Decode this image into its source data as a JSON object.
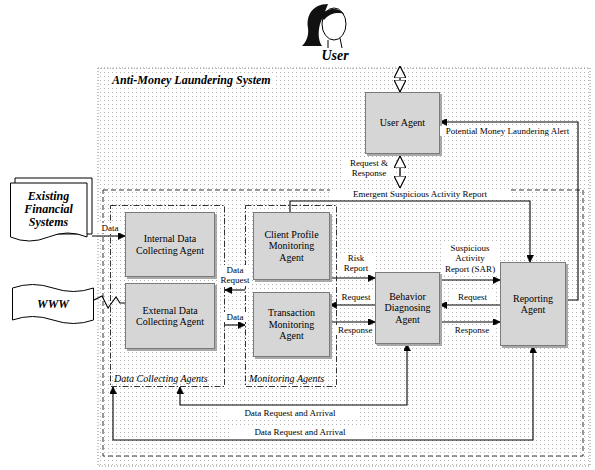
{
  "diagram": {
    "nodes": [
      {
        "text": [
          "User"
        ]
      },
      {
        "text": [
          "Anti-Money Laundering System"
        ]
      },
      {
        "text": [
          "User Agent"
        ],
        "in": 1
      },
      {
        "text": [
          "Existing Financial Systems"
        ]
      },
      {
        "text": [
          "WWW"
        ]
      },
      {
        "text": [
          "Data Collecting Agents"
        ],
        "in": 1
      },
      {
        "text": [
          "Internal Data Collecting Agent"
        ],
        "in": 5
      },
      {
        "text": [
          "External Data Collecting Agent"
        ],
        "in": 5
      },
      {
        "text": [
          "Monitoring Agents"
        ],
        "in": 1
      },
      {
        "text": [
          "Client Profile Monitoring Agent"
        ],
        "in": 8
      },
      {
        "text": [
          "Transaction Monitoring Agent"
        ],
        "in": 8
      },
      {
        "text": [
          "Behavior Diagnosing Agent"
        ],
        "in": 1
      },
      {
        "text": [
          "Reporting Agent"
        ],
        "in": 1
      }
    ],
    "edges": [
      {
        "from": 0,
        "to": 2,
        "arrow": "both"
      },
      {
        "from": 3,
        "to": 6,
        "label": "Data",
        "arrow": "to"
      },
      {
        "from": 4,
        "to": 7,
        "arrow": "none"
      },
      {
        "from": 8,
        "to": 5,
        "label": "Data Request",
        "arrow": "to"
      },
      {
        "from": 5,
        "to": 8,
        "label": "Data",
        "arrow": "to"
      },
      {
        "from": 9,
        "to": 11,
        "label": "Risk Report",
        "arrow": "to"
      },
      {
        "from": 11,
        "to": 10,
        "label": "Request",
        "arrow": "to"
      },
      {
        "from": 10,
        "to": 11,
        "label": "Response",
        "arrow": "to"
      },
      {
        "from": 11,
        "to": 12,
        "label": "Suspicious Activity Report (SAR)",
        "arrow": "to"
      },
      {
        "from": 12,
        "to": 11,
        "label": "Request",
        "arrow": "to"
      },
      {
        "from": 11,
        "to": 12,
        "label": "Response",
        "arrow": "to"
      },
      {
        "from": 9,
        "to": 12,
        "label": "Emergent Suspicious Activity Report",
        "arrow": "to"
      },
      {
        "from": 12,
        "to": 2,
        "label": "Potential Money Laundering Alert",
        "arrow": "to"
      },
      {
        "from": 11,
        "to": 5,
        "label": "Data Request and Arrival",
        "arrow": "both"
      },
      {
        "from": 12,
        "to": 5,
        "label": "Data Request and Arrival",
        "arrow": "both"
      }
    ],
    "labels": [
      "Request & Response"
    ]
  }
}
